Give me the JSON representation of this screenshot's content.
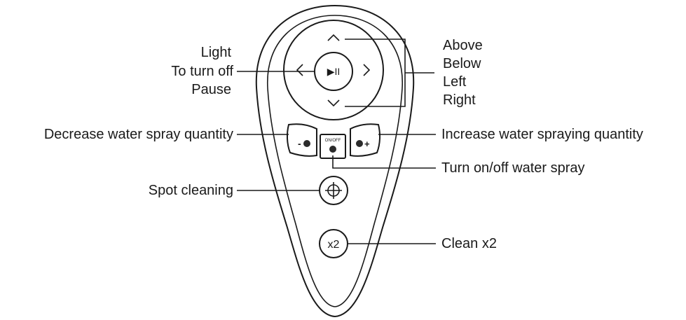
{
  "labels": {
    "light": "Light",
    "turn_off": "To turn off",
    "pause": "Pause",
    "above": "Above",
    "below": "Below",
    "left": "Left",
    "right": "Right",
    "decrease_spray": "Decrease water spray quantity",
    "increase_spray": "Increase water spraying quantity",
    "toggle_spray": "Turn on/off water spray",
    "spot_cleaning": "Spot cleaning",
    "clean_x2": "Clean x2"
  },
  "buttons": {
    "play_pause_glyph": "▶II",
    "onoff_text": "ON/OFF",
    "clean_x2_text": "x2",
    "decrease_glyph": "-",
    "increase_glyph": "+"
  },
  "colors": {
    "ink": "#1a1a1a",
    "background": "#ffffff",
    "button_dark": "#2b2b2b"
  }
}
